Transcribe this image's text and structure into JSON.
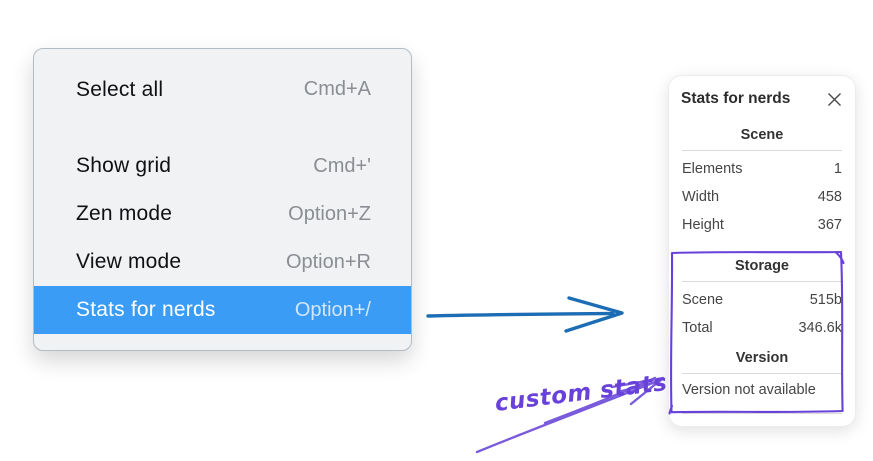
{
  "menu": {
    "items": [
      {
        "label": "Select all",
        "shortcut": "Cmd+A"
      },
      {
        "label": "Show grid",
        "shortcut": "Cmd+'"
      },
      {
        "label": "Zen mode",
        "shortcut": "Option+Z"
      },
      {
        "label": "View mode",
        "shortcut": "Option+R"
      },
      {
        "label": "Stats for nerds",
        "shortcut": "Option+/"
      }
    ],
    "highlighted_item": "Stats for nerds",
    "highlight_color": "#3b9cf5"
  },
  "stats_panel": {
    "title": "Stats for nerds",
    "sections": [
      {
        "heading": "Scene",
        "rows": [
          {
            "label": "Elements",
            "value": "1"
          },
          {
            "label": "Width",
            "value": "458"
          },
          {
            "label": "Height",
            "value": "367"
          }
        ]
      },
      {
        "heading": "Storage",
        "rows": [
          {
            "label": "Scene",
            "value": "515b"
          },
          {
            "label": "Total",
            "value": "346.6k"
          }
        ]
      },
      {
        "heading": "Version",
        "message": "Version not available"
      }
    ]
  },
  "annotations": {
    "custom_stats_label": "custom stats",
    "purple_color": "#6741d9",
    "blue_arrow_color": "#1d6db5"
  }
}
